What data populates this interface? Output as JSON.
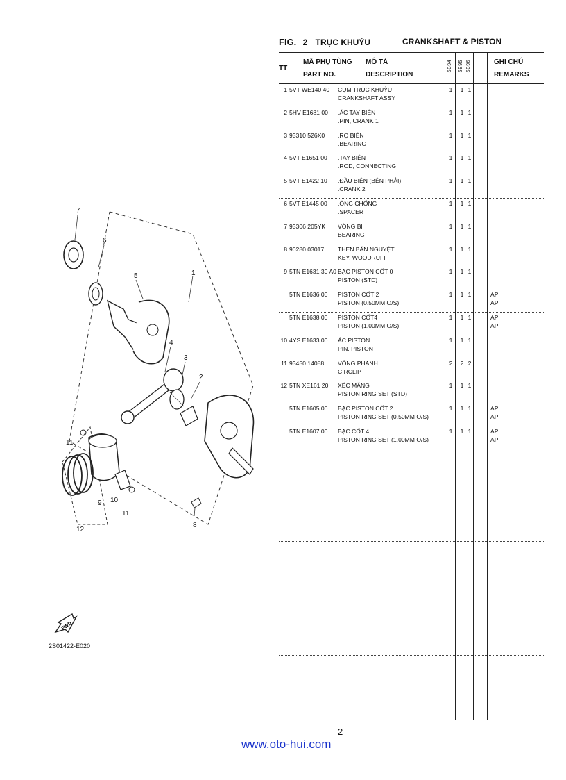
{
  "figure": {
    "fig_label": "FIG.",
    "fig_number": "2",
    "title_vi": "TRỤC KHUỶU",
    "title_en": "CRANKSHAFT & PISTON"
  },
  "table_header": {
    "col_no": "TT",
    "part_no_vi": "MÃ PHỤ TÙNG",
    "part_no_en": "PART NO.",
    "desc_vi": "MÔ TẢ",
    "desc_en": "DESCRIPTION",
    "models": [
      "5B94",
      "5B95",
      "5B96"
    ],
    "remarks_vi": "GHI CHÚ",
    "remarks_en": "REMARKS"
  },
  "parts": [
    {
      "no": "1",
      "part_no": "5VT  WE140  40",
      "desc1": "CỤM TRỤC KHUỶU",
      "desc2": "CRANKSHAFT ASSY",
      "q": [
        "1",
        "1",
        "1"
      ],
      "r1": "",
      "r2": ""
    },
    {
      "no": "2",
      "part_no": "5HV  E1681  00",
      "desc1": ".ÁC TAY BIÊN",
      "desc2": ".PIN, CRANK 1",
      "q": [
        "1",
        "1",
        "1"
      ],
      "r1": "",
      "r2": ""
    },
    {
      "no": "3",
      "part_no": "93310  526X0",
      "desc1": ".RỌ BIÊN",
      "desc2": ".BEARING",
      "q": [
        "1",
        "1",
        "1"
      ],
      "r1": "",
      "r2": ""
    },
    {
      "no": "4",
      "part_no": "5VT  E1651  00",
      "desc1": ".TAY BIÊN",
      "desc2": ".ROD, CONNECTING",
      "q": [
        "1",
        "1",
        "1"
      ],
      "r1": "",
      "r2": ""
    },
    {
      "no": "5",
      "part_no": "5VT  E1422  10",
      "desc1": ".ĐẦU BIÊN (BÊN PHẢI)",
      "desc2": ".CRANK 2",
      "q": [
        "1",
        "1",
        "1"
      ],
      "r1": "",
      "r2": ""
    },
    {
      "no": "6",
      "part_no": "5VT  E1445  00",
      "desc1": ".ỐNG CHỐNG",
      "desc2": ".SPACER",
      "q": [
        "1",
        "1",
        "1"
      ],
      "r1": "",
      "r2": ""
    },
    {
      "no": "7",
      "part_no": "93306  205YK",
      "desc1": "VÒNG BI",
      "desc2": "BEARING",
      "q": [
        "1",
        "1",
        "1"
      ],
      "r1": "",
      "r2": ""
    },
    {
      "no": "8",
      "part_no": "90280  03017",
      "desc1": "THEN BÁN NGUYỆT",
      "desc2": "KEY, WOODRUFF",
      "q": [
        "1",
        "1",
        "1"
      ],
      "r1": "",
      "r2": ""
    },
    {
      "no": "9",
      "part_no": "5TN  E1631  30  A0",
      "desc1": "BẠC PISTON CỐT 0",
      "desc2": "PISTON (STD)",
      "q": [
        "1",
        "1",
        "1"
      ],
      "r1": "",
      "r2": ""
    },
    {
      "no": "",
      "part_no": "5TN  E1636  00",
      "desc1": "PISTON CỐT 2",
      "desc2": "PISTON (0.50MM O/S)",
      "q": [
        "1",
        "1",
        "1"
      ],
      "r1": "AP",
      "r2": "AP"
    },
    {
      "no": "",
      "part_no": "5TN  E1638  00",
      "desc1": "PISTON CỐT4",
      "desc2": "PISTON (1.00MM O/S)",
      "q": [
        "1",
        "1",
        "1"
      ],
      "r1": "AP",
      "r2": "AP"
    },
    {
      "no": "10",
      "part_no": "4YS  E1633  00",
      "desc1": "ẮC PISTON",
      "desc2": "PIN, PISTON",
      "q": [
        "1",
        "1",
        "1"
      ],
      "r1": "",
      "r2": ""
    },
    {
      "no": "11",
      "part_no": "93450  14088",
      "desc1": "VÒNG PHANH",
      "desc2": "CIRCLIP",
      "q": [
        "2",
        "2",
        "2"
      ],
      "r1": "",
      "r2": ""
    },
    {
      "no": "12",
      "part_no": "5TN  XE161  20",
      "desc1": "XÉC MĂNG",
      "desc2": "PISTON RING SET (STD)",
      "q": [
        "1",
        "1",
        "1"
      ],
      "r1": "",
      "r2": ""
    },
    {
      "no": "",
      "part_no": "5TN  E1605  00",
      "desc1": "BẠC PISTON CỐT 2",
      "desc2": "PISTON RING SET (0.50MM O/S)",
      "q": [
        "1",
        "1",
        "1"
      ],
      "r1": "AP",
      "r2": "AP"
    },
    {
      "no": "",
      "part_no": "5TN  E1607  00",
      "desc1": "BẠC CỐT 4",
      "desc2": "PISTON RING SET (1.00MM O/S)",
      "q": [
        "1",
        "1",
        "1"
      ],
      "r1": "AP",
      "r2": "AP"
    }
  ],
  "diagram": {
    "code": "2S01422-E020",
    "fwd_label": "FWD",
    "callouts": [
      "1",
      "2",
      "3",
      "4",
      "5",
      "6",
      "7",
      "8",
      "9",
      "10",
      "11",
      "11",
      "12"
    ]
  },
  "footer": {
    "page_number": "2",
    "website": "www.oto-hui.com"
  }
}
